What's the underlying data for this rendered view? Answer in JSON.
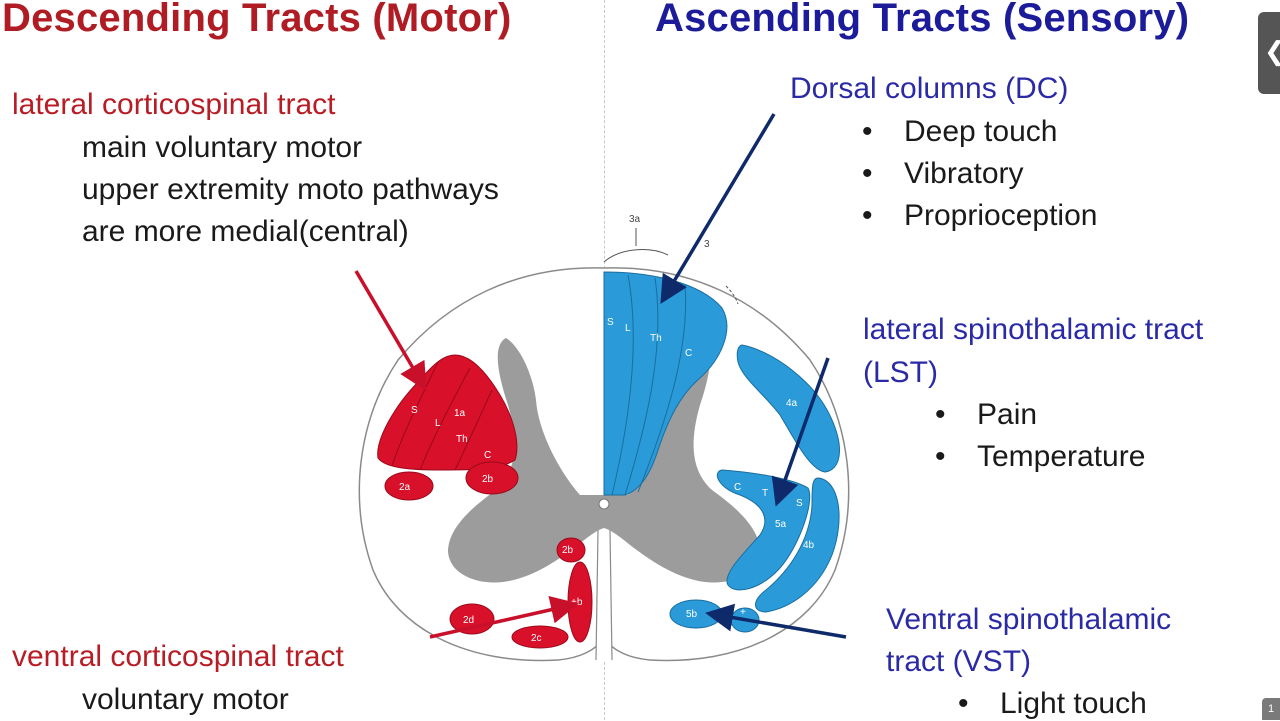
{
  "titles": {
    "left": "Descending Tracts (Motor)",
    "right": "Ascending Tracts (Sensory)"
  },
  "left_panel": {
    "lateral": {
      "label": "lateral corticospinal tract",
      "lines": [
        "main voluntary motor",
        "upper extremity moto pathways",
        "are more medial(central)"
      ]
    },
    "ventral": {
      "label": "ventral corticospinal tract",
      "lines": [
        "voluntary motor"
      ]
    }
  },
  "right_panel": {
    "dorsal": {
      "label": "Dorsal columns (DC)",
      "bullets": [
        "Deep touch",
        "Vibratory",
        "Proprioception"
      ]
    },
    "lst": {
      "label_line1": "lateral spinothalamic tract",
      "label_line2": "(LST)",
      "bullets": [
        "Pain",
        "Temperature"
      ]
    },
    "vst": {
      "label_line1": "Ventral spinothalamic",
      "label_line2": "tract (VST)",
      "bullets": [
        "Light touch"
      ]
    }
  },
  "diagram_labels": {
    "left_tract_letters": [
      "S",
      "L",
      "1a",
      "Th",
      "C"
    ],
    "left_small": [
      "2a",
      "2b",
      "2b",
      "+b",
      "2d",
      "2c"
    ],
    "dc_letters": [
      "S",
      "L",
      "Th",
      "C"
    ],
    "right_tract_labels": [
      "4a",
      "C",
      "T",
      "S",
      "5a",
      "4b",
      "5b",
      "+"
    ],
    "top_marks": [
      "3a",
      "3"
    ]
  },
  "colors": {
    "motor_red": "#d8102a",
    "sensory_blue": "#2a9ad8",
    "gray_matter": "#9c9c9c",
    "title_red": "#b01c24",
    "title_blue": "#1c1c9a",
    "arrow_red": "#c8102a",
    "arrow_navy": "#0e2a6a"
  },
  "ui": {
    "side_tab_icon": "chevron-left-icon",
    "side_tab_glyph": "❮",
    "page_badge": "1"
  }
}
